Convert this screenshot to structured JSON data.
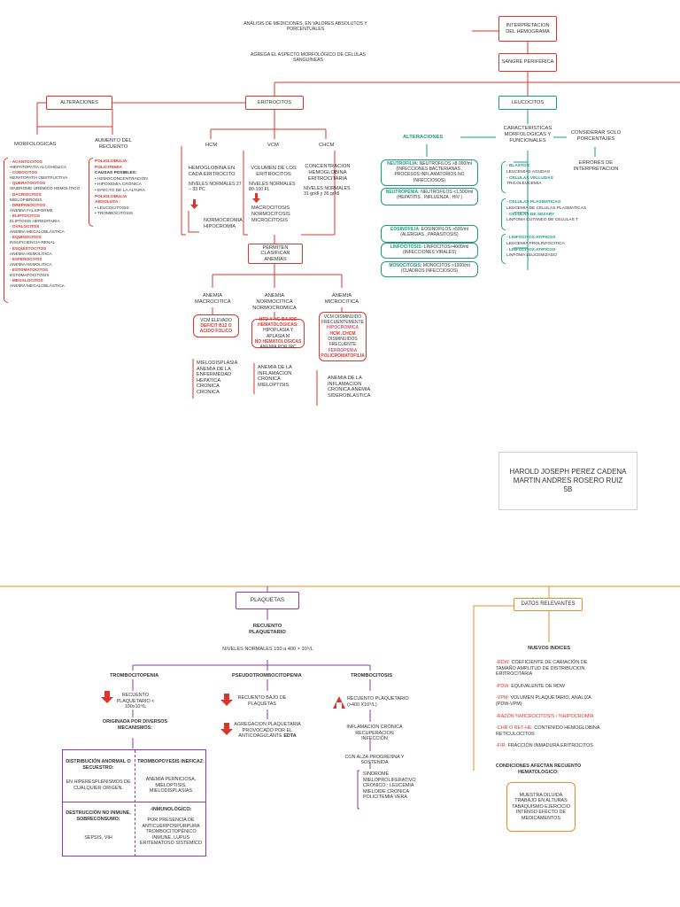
{
  "top": {
    "interpretacion": "INTERPRETACION DEL HEMOGRAMA",
    "note1": "ANÁLISIS DE MEDICIONES, EN VALORES ABSOLUTOS Y PORCENTUALES",
    "note2": "AGREGA EL ASPECTO MORFOLÓGICO DE CÉLULAS SANGUÍNEAS",
    "sangre": "SANGRE PERIFÉRICA"
  },
  "eritro": {
    "title": "ERITROCITOS",
    "alteraciones": "ALTERACIONES",
    "morfologicas": "MORFOLOGICAS",
    "aumento": "AUMENTO DEL RECUENTO",
    "morf_list": [
      {
        "t": "- ACANTOCITOS",
        "r": true
      },
      {
        "t": "•HEPATOPATÍA ALCOHÓLICA",
        "r": false
      },
      {
        "t": "- CODOCITOS",
        "r": true
      },
      {
        "t": "HEPATOPATÍA OBSTRUCTIVA",
        "r": false
      },
      {
        "t": "- QUERATOCITOS",
        "r": true
      },
      {
        "t": "SINDROME URÉMICO HEMOLÍTICO",
        "r": false
      },
      {
        "t": "- DACRIOCITOS",
        "r": true
      },
      {
        "t": "MIELOFIBROSIS",
        "r": false
      },
      {
        "t": "- DREPANOCITOS",
        "r": true
      },
      {
        "t": "ANEMIA FALSIFORME",
        "r": false
      },
      {
        "t": "- ELIPTOCITOS",
        "r": true
      },
      {
        "t": "ELIPTOSIS HEREDITARIA",
        "r": false
      },
      {
        "t": "- OVALOCITOS",
        "r": true
      },
      {
        "t": "ANEMIA MEGALOBLÁSTICA",
        "r": false
      },
      {
        "t": "- EQUINOCITOS",
        "r": true
      },
      {
        "t": "INSUFICIENCIA RENAL",
        "r": false
      },
      {
        "t": "- ESQUISTOCITOS",
        "r": true
      },
      {
        "t": "ANEMIA HEMOLÍTICA",
        "r": false
      },
      {
        "t": "- ESFEROCITOS",
        "r": true
      },
      {
        "t": "ANEMIA HEMOLITICA",
        "r": false
      },
      {
        "t": "- ESTOMATOCITOS",
        "r": true
      },
      {
        "t": "ESTOMATOCITOSIS",
        "r": false
      },
      {
        "t": "- MEGALOCITOS",
        "r": true
      },
      {
        "t": "ANEMIA MEGALOBLÁSTICA",
        "r": false
      }
    ],
    "aumento_list": [
      {
        "t": "POLIGLOBULIA-",
        "r": true
      },
      {
        "t": "POLICITEMIA",
        "r": true
      },
      {
        "t": "CAUSAS POSIBLES:",
        "r": false,
        "b": true
      },
      {
        "t": "• HEMOCONCENTRACIÓN",
        "r": false
      },
      {
        "t": "• HIPOXEMIA CRÓNICA",
        "r": false
      },
      {
        "t": "• EFECTO DE LA ALTURA",
        "r": false
      },
      {
        "t": "POLIGLOBULIA",
        "r": true
      },
      {
        "t": "ABSOLUTA :",
        "r": true
      },
      {
        "t": "• LEUCOCITOSIS",
        "r": false
      },
      {
        "t": "• TROMBOCITOSIS",
        "r": false
      }
    ],
    "hcm": "HCM",
    "vcm": "VCM",
    "chcm": "CHCM",
    "hcm_desc": "HEMOGLOBINA EN CADA ERITROCITO",
    "hcm_norm": "NIVELES NORMALES 27 – 33 PC",
    "hcm_res": "NORMOCROMIA HIPOCROMIA",
    "vcm_desc": "VOLUMEN DE LOS ERITROCITOS",
    "vcm_norm": "NIVELES NORMALES 80-100 FL",
    "vcm_res": "MACROCITOSIS NORMOCITOSIS MICROCITOSIS",
    "chcm_desc": "CONCENTRACION HEMOGLOBINA ERITROCITARIA",
    "chcm_norm": "NIVELES NORMALES 31 gr/dl y 36 gr/dl",
    "permiten": "PERMITEN CLASIFICAR ANEMIAS",
    "anemia_macro": "ANEMIA MACROCITICA",
    "anemia_normo": "ANEMIA NORMOCITICA NORMOCROMICA",
    "anemia_micro": "ANEMIA MICROCITICA",
    "macro_box": [
      "VCM ELEVADO",
      "DEFICIT B12 O",
      "ACIDO FOLICO"
    ],
    "normo_box": [
      "HTO Y HG BAJOS",
      "HEMATOLÓGICAS:",
      "HIPOPLASIA Y APLASIA M",
      "NO HEMATOLOGICAS",
      "ANEMIA POR IRC"
    ],
    "micro_box": [
      "VCM DISMINUIDO",
      "FRECUENTEMENTE",
      "HIPOCROMICA",
      "HCM ,CHCM",
      "DISMINUIDOS",
      "FRECUENTE",
      "FERROPENIA",
      "POLICROMATOFILIA"
    ],
    "macro_causes": "MIELODISPLASIA ANEMIA DE LA ENFERMEDAD HEPATICA CRONICA CRONICA",
    "normo_causes": "ANEMIA DE LA INFLAMACION CRONICA MIELOPTISIS",
    "micro_causes": "ANEMIA DE LA INFLAMACION CRONICA ANEMIA SIDEROBLASTICA"
  },
  "leuco": {
    "title": "LEUCOCITOS",
    "caracteristicas": "CARACTERISTICAS MORFOLOGICAS Y FUNCIONALES",
    "alteraciones": "ALTERACIONES",
    "considerar": "CONSIDERAR SOLO PORCENTAJES",
    "errores": "ERRORES DE INTERPRETACION",
    "neutrofilia_k": "NEUTROFILIA:",
    "neutrofilia": "NEUTROFILOS >8.000/ml (INFECCIONES BACTERIANAS , PROCESOS INFLAMATORIOS NO INFECCIOSOS)",
    "neutropenia_k": "NEUTROPENIA:",
    "neutropenia": "NEUTROFILOS <1.500/ml (HEPATITIS , INFLUENZA , HIV )",
    "eosinofilia_k": "EOSINOFILIA",
    "eosinofilia": ": EOSINOFILOS >500/ml (ALERGIAS , PARASITOSIS)",
    "linfocitosis_k": "LINFOCITOSIS:",
    "linfocitosis": "LINFOCITOS>4000/ml (INFECCIONES VIRALES)",
    "monocitosis_k": "MONOCITOSIS:",
    "monocitosis": "MONOCITOS >1000/ml (CUADROS INFECCIOSOS)",
    "grp1": [
      {
        "t": "- BLASTOS",
        "g": true
      },
      {
        "t": "LEUCEMIAS AGUDAS",
        "g": false
      },
      {
        "t": "- CELULAS VELLUDAS",
        "g": true
      },
      {
        "t": "TRICOLEUCEMIA",
        "g": false
      }
    ],
    "grp2": [
      {
        "t": "- CELULAS PLASMATICAS",
        "g": true
      },
      {
        "t": "LEUCEMIA DE CELULAS PLASMATICAS",
        "g": false
      },
      {
        "t": "- CELULAS DE SEZARY",
        "g": true
      },
      {
        "t": "LINFOMA CUTANEO DE CELULAS T",
        "g": false
      }
    ],
    "grp3": [
      {
        "t": "- LINFOCITOS ATIPICOS",
        "g": true
      },
      {
        "t": "LEUCEMIA PROLINFOCITICA",
        "g": false
      },
      {
        "t": "- LINFOCITOS ATIPICOS",
        "g": true
      },
      {
        "t": "LINFOMA LEUCEMIZADO",
        "g": false
      }
    ]
  },
  "authors": {
    "line1": "HAROLD JOSEPH PEREZ CADENA",
    "line2": "MARTIN ANDRES ROSERO RUIZ",
    "line3": "5B"
  },
  "plaquetas": {
    "title": "PLAQUETAS",
    "recuento": "RECUENTO PLAQUETARIO",
    "niveles": "NIVELES NORMALES 150 a 400 × 10⁹/L",
    "tromboci": "TROMBOCITOPENIA",
    "pseudo": "PSEUDOTROMBOCITOPENIA",
    "trombosis": "TROMBOCITOSIS",
    "tc_recuento": "RECUENTO PLAQUETARIO < 100x10⁹/L",
    "tc_origen": "ORIGINADA POR DIVERSOS MECANISMOS:",
    "dist_title": "DISTRIBUCIÓN ANORMAL O SECUESTRO:",
    "dist_text": "EN HIPERESPLENISMOS DE CUALQUIER ORIGEN.",
    "destr_title": "DESTRUCCIÓN NO INMUNE, SOBRECONSUMO:",
    "destr_text": "SEPSIS, VIH",
    "trombo_title": "TROMBOPOYESIS INEFICAZ:",
    "trombo_text": "ANEMIA PERNICIOSA, MIELOPTISIS, MIELODISPLASIAS",
    "inmuno_title": "-INMUNOLÓGICO:",
    "inmuno_text": "POR PRESENCIA DE ANTICUERPOSPÚRPURA TROMBOCITOPÉNICO INMUNE, LUPUS ERITEMATOSO SISTÉMICO",
    "ps_recuento": "RECUENTO BAJO DE PLAQUETAS",
    "ps_agregacion": "AGREGACION PLAQUETARIA PROVOCADO POR EL ANTICOAGULANTE",
    "ps_edta": "EDTA",
    "tb_recuento": "RECUENTO PLAQUETARIO (>400 X10⁹/L)",
    "tb_inflam": "INFLAMACIÓN CRÓNICA RECUPERACION INFECCIÓN",
    "tb_alza": "CON ALZA PROGRESNA Y SOSTENIDA",
    "tb_sindrome": "SINDROME MIELOPROLIFERATIVO CRONICO : LEUCEMIA MIELOIDE CRONICA POLICITEMIA VERA"
  },
  "datos": {
    "title": "DATOS RELEVANTES",
    "nuevos": "NUEVOS INDICES",
    "items": [
      {
        "k": "-RDW:",
        "v": " COEFICIENTE DE CARIACIÓN DE TAMAÑO AMPLITUD DE DISTRIBUCION ERITROCITARIA"
      },
      {
        "k": "-PDW:",
        "v": " EQUIVALENTE DE RDW"
      },
      {
        "k": "-VPM:",
        "v": " VOLUMEN PLAQUETARIO, ANALIZA (PDW-VPM)"
      },
      {
        "k": "-RAZÓN %MICROCITOSIS / %HIPOCROMÍA",
        "v": ""
      },
      {
        "k": "-CHR O RET-HE:",
        "v": " CONTENIDO HEMOGLOBINA RETICULOCITOS"
      },
      {
        "k": "-FIR:",
        "v": " FRACCIÓN INMADURA ERITROCITOS"
      }
    ],
    "condiciones": "CONDICIONES AFECTAN RECUENTO HEMATOLOGICO:",
    "cond_box": "MUESTRA DILUIDA TRABAJO EN ALTURAS TABAQUISMO EJERCICIO INTENSO EFECTO DE MEDICAMENTOS"
  },
  "colors": {
    "red": "#d9372e",
    "green": "#1a9c7d",
    "purple": "#8e3aa8",
    "orange": "#f08a24"
  }
}
